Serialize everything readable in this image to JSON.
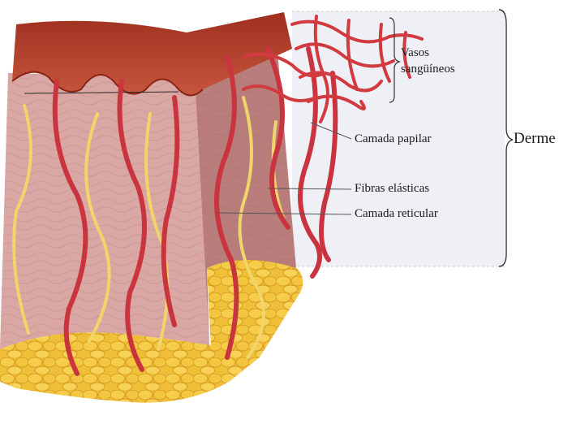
{
  "figure": {
    "labels": {
      "vasos_line1": "Vasos",
      "vasos_line2": "sangüíneos",
      "camada_papilar": "Camada papilar",
      "fibras_elasticas": "Fibras elásticas",
      "camada_reticular": "Camada reticular",
      "derme": "Derme"
    },
    "colors": {
      "epidermis": "#b2432b",
      "dermis_front": "#d9a7a4",
      "dermis_side": "#b87d7a",
      "fat": "#f0bf38",
      "vessel": "#c9343e",
      "elastic_fiber": "#f2d56a",
      "highlight_panel": "#eef0f6"
    }
  }
}
